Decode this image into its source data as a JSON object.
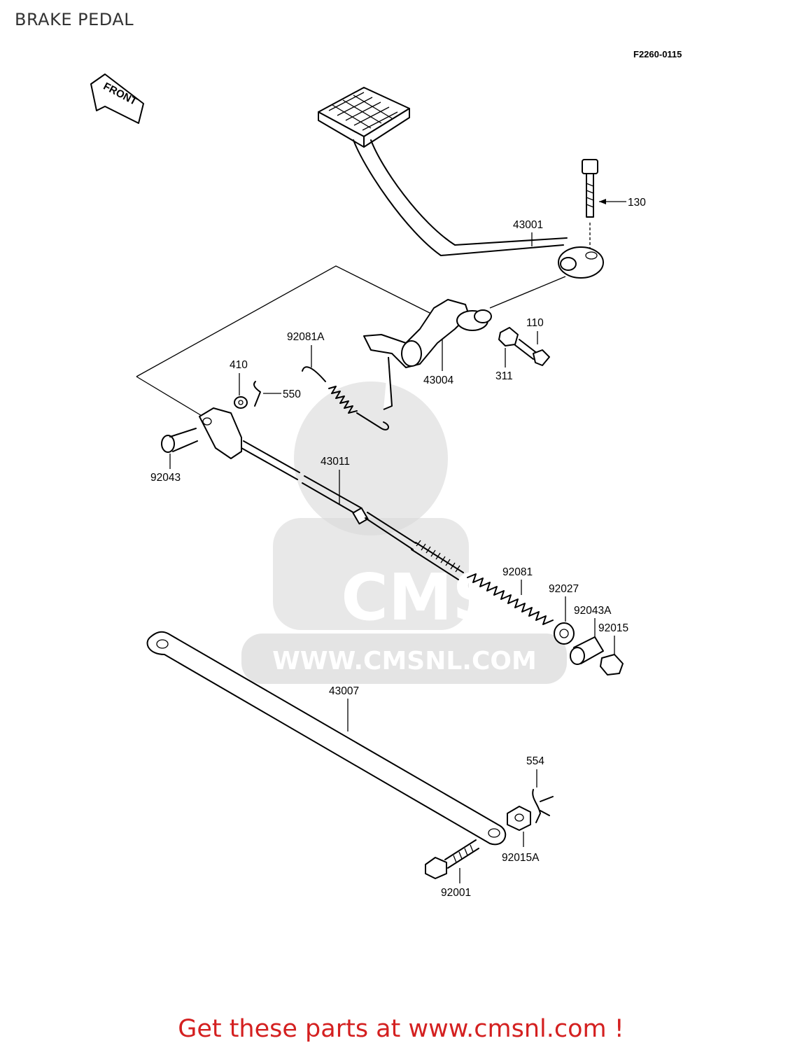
{
  "header": {
    "title": "BRAKE PEDAL"
  },
  "diagram": {
    "code": "F2260-0115",
    "front_label": "FRONT",
    "callouts": [
      "130",
      "43001",
      "110",
      "92081A",
      "410",
      "550",
      "43004",
      "311",
      "92043",
      "43011",
      "92081",
      "92027",
      "92043A",
      "92015",
      "43007",
      "554",
      "92015A",
      "92001"
    ]
  },
  "watermark": {
    "text": "WWW.CMSNL.COM",
    "logo": "CMS"
  },
  "footer": {
    "text": "Get these parts at www.cmsnl.com !"
  },
  "colors": {
    "footer": "#d42020",
    "watermark": "#d9d9d9"
  }
}
